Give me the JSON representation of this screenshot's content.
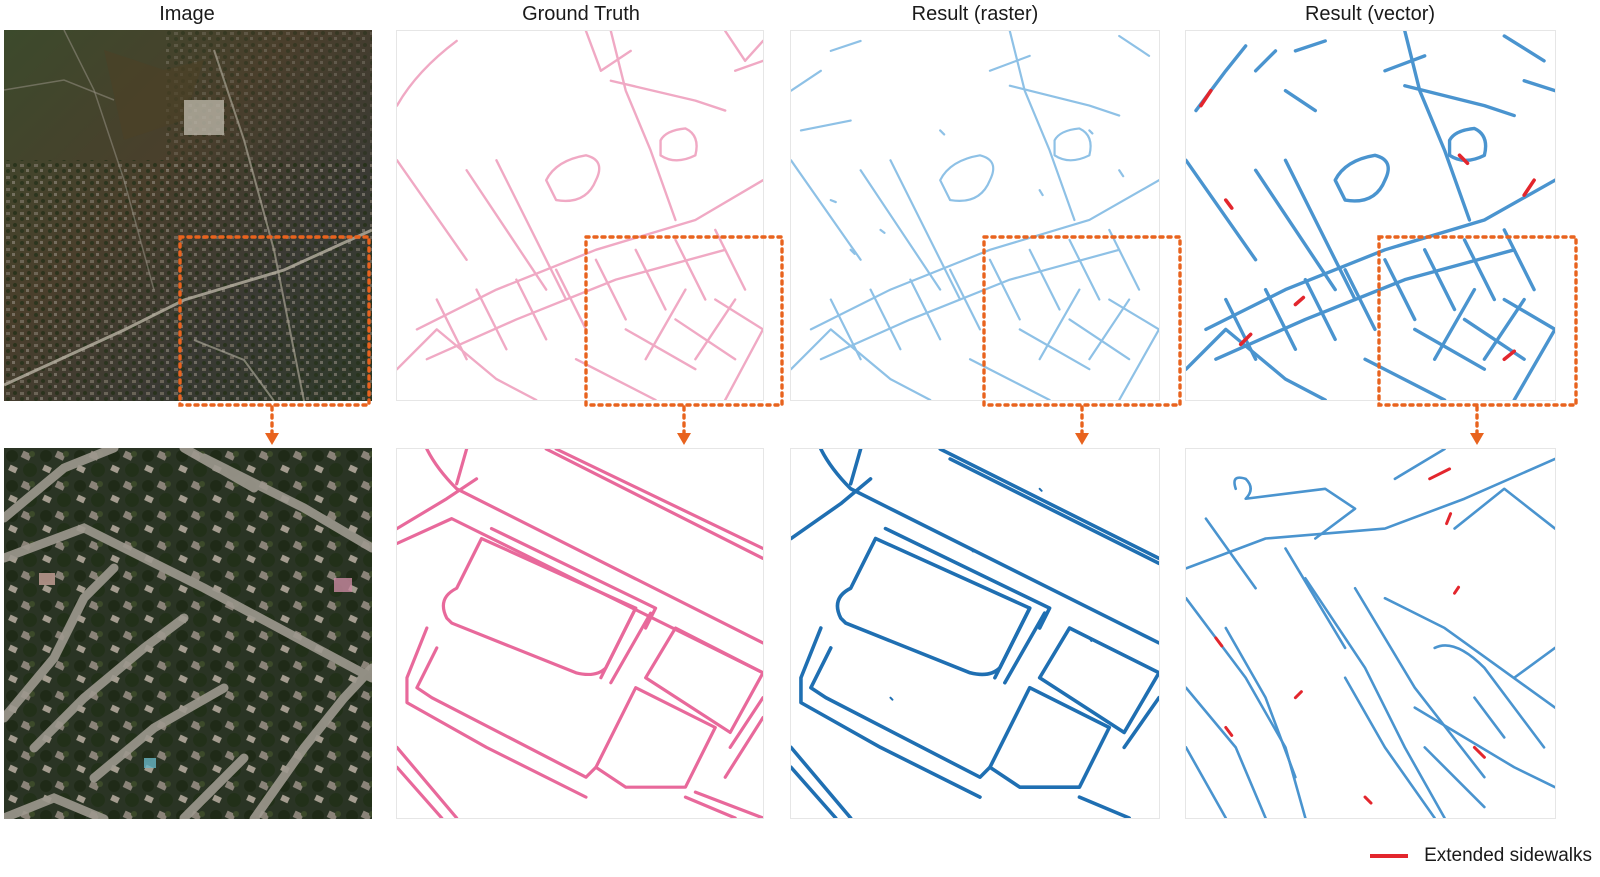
{
  "columns": [
    {
      "title": "Image"
    },
    {
      "title": "Ground Truth"
    },
    {
      "title": "Result (raster)"
    },
    {
      "title": "Result (vector)"
    }
  ],
  "legend": {
    "label": "Extended sidewalks",
    "color": "#e3262d"
  },
  "colors": {
    "ground_truth": "#e8699b",
    "ground_truth_light": "#f0a9c4",
    "raster": "#1f6fb2",
    "raster_light": "#8ec1e6",
    "vector": "#4a94cf",
    "highlight": "#e3262d",
    "roi_box": "#e8631e"
  }
}
